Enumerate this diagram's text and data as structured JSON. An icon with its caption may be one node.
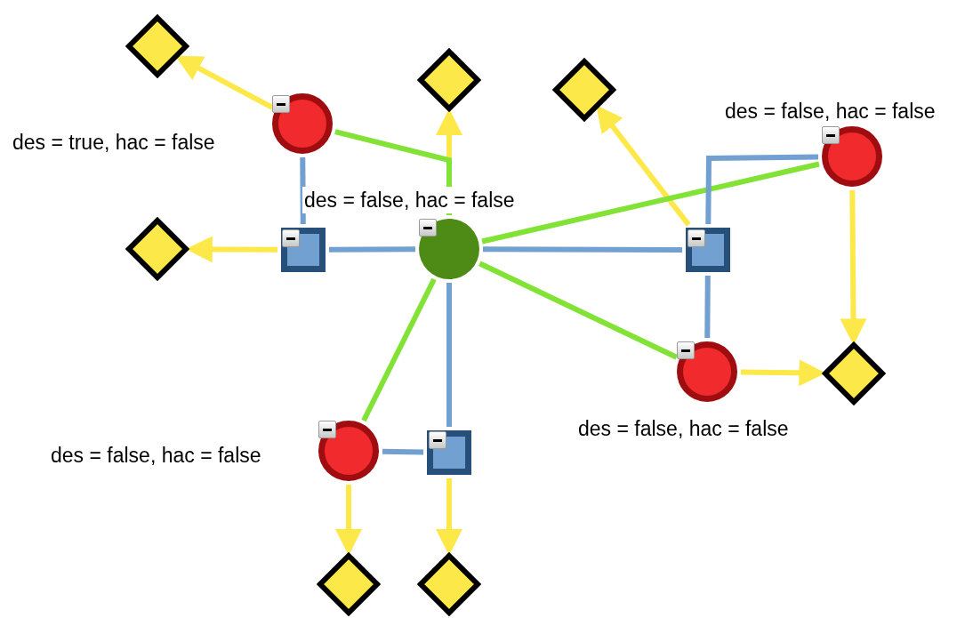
{
  "diagram": {
    "nodes": [
      {
        "text": [],
        "shape": "circle",
        "beside": [
          "des = false, hac = false"
        ]
      },
      {
        "text": [],
        "shape": "circle",
        "beside": [
          "des = true, hac = false"
        ]
      },
      {
        "text": [],
        "shape": "circle",
        "beside": [
          "des = false, hac = false"
        ]
      },
      {
        "text": [],
        "shape": "circle",
        "beside": [
          "des = false, hac = false"
        ]
      },
      {
        "text": [],
        "shape": "circle",
        "beside": [
          "des = false, hac = false"
        ]
      },
      {
        "text": [],
        "shape": "box"
      },
      {
        "text": [],
        "shape": "box"
      },
      {
        "text": [],
        "shape": "box"
      },
      {
        "text": [],
        "shape": "diamond"
      },
      {
        "text": [],
        "shape": "diamond"
      },
      {
        "text": [],
        "shape": "diamond"
      },
      {
        "text": [],
        "shape": "diamond"
      },
      {
        "text": [],
        "shape": "diamond"
      },
      {
        "text": [],
        "shape": "diamond"
      },
      {
        "text": [],
        "shape": "diamond"
      }
    ],
    "edges": [
      {
        "from": 1,
        "to": 8,
        "arrow": "to"
      },
      {
        "from": 0,
        "to": 9,
        "arrow": "to"
      },
      {
        "from": 6,
        "to": 10,
        "arrow": "to"
      },
      {
        "from": 5,
        "to": 11,
        "arrow": "to"
      },
      {
        "from": 2,
        "to": 12,
        "arrow": "to"
      },
      {
        "from": 3,
        "to": 12,
        "arrow": "to"
      },
      {
        "from": 4,
        "to": 13,
        "arrow": "to"
      },
      {
        "from": 7,
        "to": 14,
        "arrow": "to"
      },
      {
        "from": 0,
        "to": 1,
        "arrow": "none",
        "color": "#82e236"
      },
      {
        "from": 0,
        "to": 2,
        "arrow": "none",
        "color": "#82e236"
      },
      {
        "from": 0,
        "to": 3,
        "arrow": "none",
        "color": "#82e236"
      },
      {
        "from": 0,
        "to": 4,
        "arrow": "none",
        "color": "#82e236"
      },
      {
        "from": 1,
        "to": 5,
        "arrow": "none",
        "color": "#72a0d0"
      },
      {
        "from": 5,
        "to": 0,
        "arrow": "none",
        "color": "#72a0d0"
      },
      {
        "from": 0,
        "to": 6,
        "arrow": "none",
        "color": "#72a0d0"
      },
      {
        "from": 6,
        "to": 2,
        "arrow": "none",
        "color": "#72a0d0"
      },
      {
        "from": 6,
        "to": 3,
        "arrow": "none",
        "color": "#72a0d0"
      },
      {
        "from": 0,
        "to": 7,
        "arrow": "none",
        "color": "#72a0d0"
      },
      {
        "from": 4,
        "to": 7,
        "arrow": "none",
        "color": "#72a0d0"
      }
    ]
  }
}
